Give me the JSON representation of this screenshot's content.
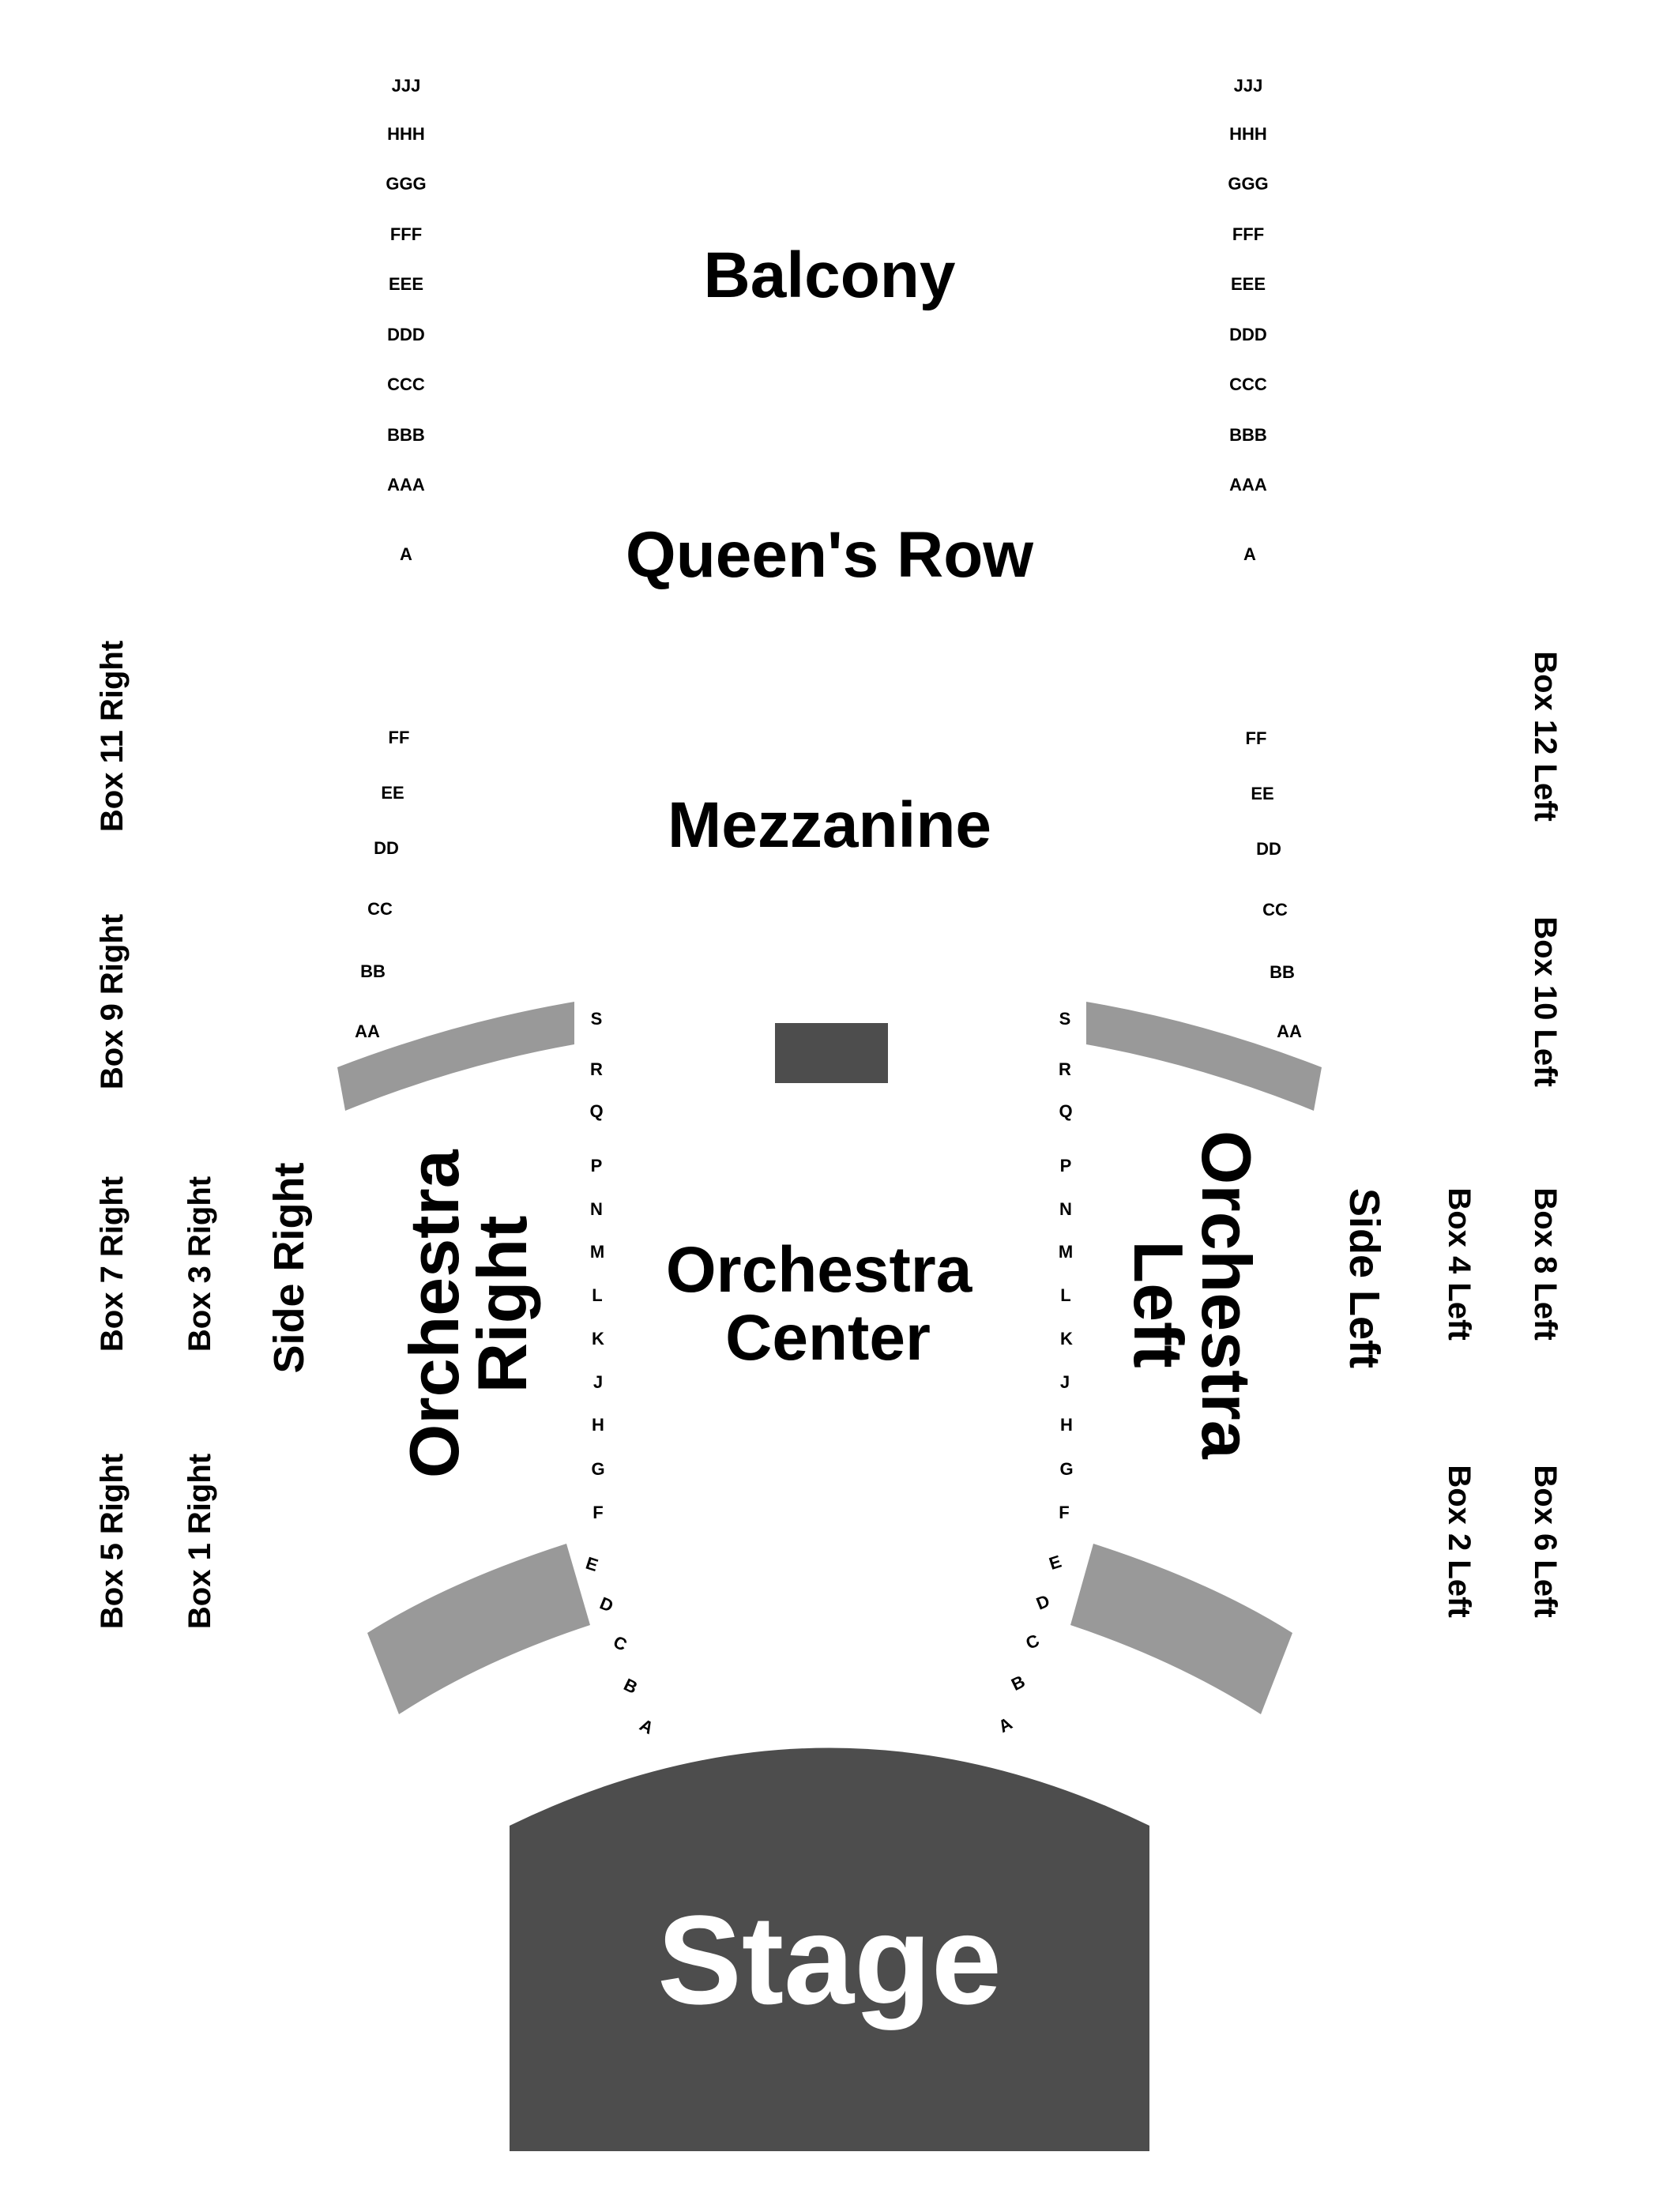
{
  "colors": {
    "background": "#ffffff",
    "stage": "#4d4d4d",
    "control_booth": "#4d4d4d",
    "box_seating": "#999999",
    "text": "#000000"
  },
  "sections": {
    "balcony": "Balcony",
    "queens_row": "Queen's Row",
    "mezzanine": "Mezzanine",
    "orchestra_center_line1": "Orchestra",
    "orchestra_center_line2": "Center",
    "orchestra_right_line1": "Orchestra",
    "orchestra_right_line2": "Right",
    "orchestra_left_line1": "Orchestra",
    "orchestra_left_line2": "Left",
    "side_right": "Side Right",
    "side_left": "Side Left",
    "stage": "Stage"
  },
  "boxes": {
    "box1": "Box 1 Right",
    "box3": "Box 3 Right",
    "box5": "Box 5 Right",
    "box7": "Box 7 Right",
    "box9": "Box 9 Right",
    "box11": "Box 11 Right",
    "box2": "Box 2 Left",
    "box4": "Box 4 Left",
    "box6": "Box 6 Left",
    "box8": "Box 8 Left",
    "box10": "Box 10 Left",
    "box12": "Box 12 Left"
  },
  "rows": {
    "balcony": [
      "JJJ",
      "HHH",
      "GGG",
      "FFF",
      "EEE",
      "DDD",
      "CCC",
      "BBB",
      "AAA"
    ],
    "queens_row": [
      "A"
    ],
    "mezzanine": [
      "FF",
      "EE",
      "DD",
      "CC",
      "BB",
      "AA"
    ],
    "orchestra": [
      "S",
      "R",
      "Q",
      "P",
      "N",
      "M",
      "L",
      "K",
      "J",
      "H",
      "G",
      "F",
      "E",
      "D",
      "C",
      "B",
      "A"
    ]
  }
}
